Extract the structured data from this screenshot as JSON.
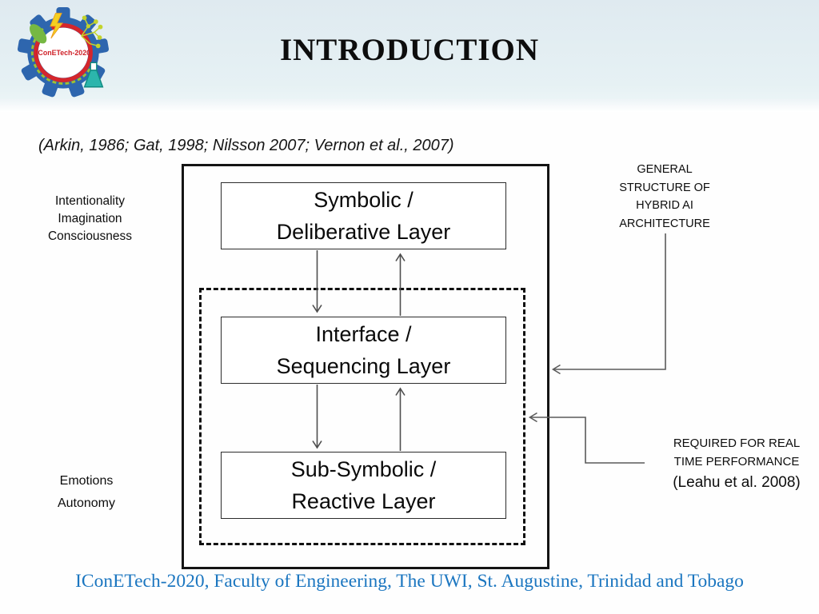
{
  "slide": {
    "title": "INTRODUCTION",
    "citation": "(Arkin, 1986; Gat, 1998; Nilsson 2007; Vernon et al., 2007)",
    "footer": "IConETech-2020, Faculty of Engineering, The UWI, St. Augustine, Trinidad and Tobago"
  },
  "logo": {
    "text": "IConETech-2020"
  },
  "diagram": {
    "layers": [
      {
        "label": "Symbolic /\nDeliberative Layer"
      },
      {
        "label": "Interface /\nSequencing Layer"
      },
      {
        "label": "Sub-Symbolic /\nReactive Layer"
      }
    ]
  },
  "annotations": {
    "left_top": "Intentionality\nImagination\nConsciousness",
    "left_bottom": "Emotions\nAutonomy",
    "right_top": "GENERAL\nSTRUCTURE OF\nHYBRID AI\nARCHITECTURE",
    "right_bottom_title": "REQUIRED FOR REAL\nTIME PERFORMANCE",
    "right_bottom_cite": "(Leahu et al. 2008)"
  },
  "colors": {
    "header_bg": "#e3edf2",
    "footer_text": "#1b76c0",
    "logo_gear_blue": "#2e66ae",
    "logo_red": "#cf2027",
    "logo_green": "#76b843",
    "logo_yellow": "#f5d020",
    "logo_teal": "#2cb5ac",
    "box_border": "#141414",
    "arrow_line": "#4d4d4d"
  }
}
